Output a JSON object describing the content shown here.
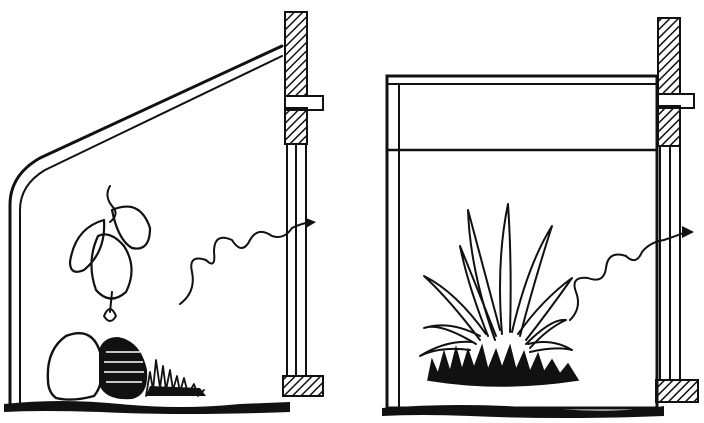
{
  "figure": {
    "background": "#ffffff",
    "ink_color": "#111111",
    "panels": [
      {
        "id": "left",
        "elements": [
          "sloped-glass-enclosure",
          "hatched-wall",
          "hanging-plant",
          "rounded-stones",
          "dark-stone",
          "grass-tuft",
          "wavy-line",
          "base-line"
        ]
      },
      {
        "id": "right",
        "elements": [
          "rectangular-glass-enclosure",
          "hatched-wall",
          "spiky-plant",
          "grass-base",
          "wavy-line",
          "base-line"
        ]
      }
    ]
  }
}
